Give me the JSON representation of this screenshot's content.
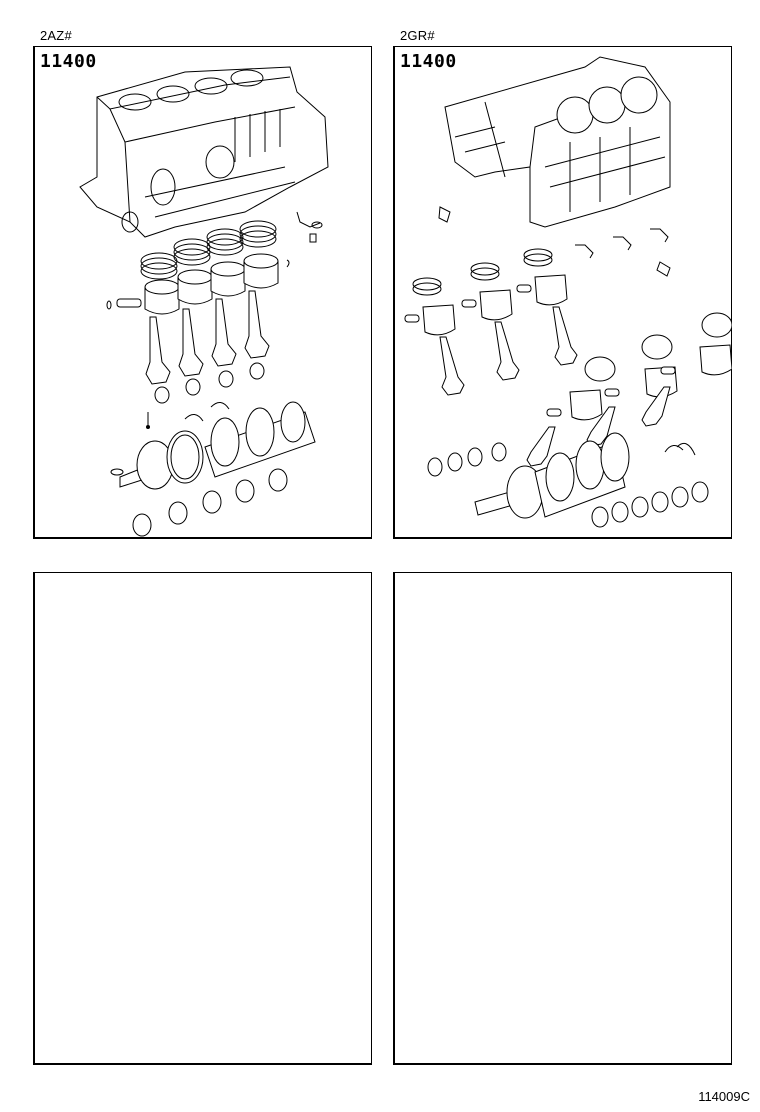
{
  "panels": [
    {
      "engine_label": "2AZ#",
      "part_code": "11400",
      "illustration": "short-block-2az-exploded (cylinder block, 4 pistons with rings, piston pins, 4 connecting rods, bearings, crankshaft, thrust washers, main bearings)"
    },
    {
      "engine_label": "2GR#",
      "part_code": "11400",
      "illustration": "short-block-2gr-exploded (V6 cylinder block, 6 pistons with rings, piston pins, 6 connecting rods, oil jets, crankshaft, thrust washers, main bearings)"
    },
    {
      "engine_label": "",
      "part_code": "",
      "illustration": ""
    },
    {
      "engine_label": "",
      "part_code": "",
      "illustration": ""
    }
  ],
  "footer": {
    "figure_code": "114009C"
  }
}
